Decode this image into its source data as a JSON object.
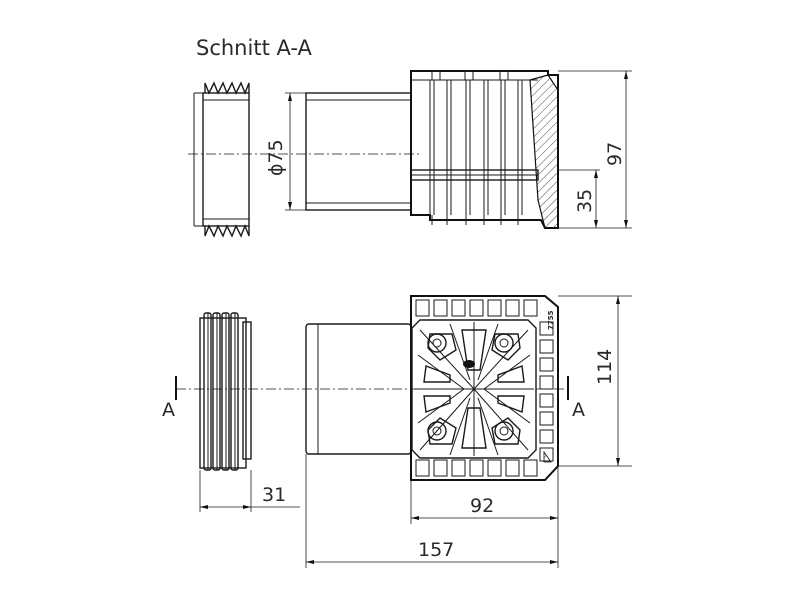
{
  "title": "Schnitt A-A",
  "section_marker": "A",
  "dimensions": {
    "diameter": "ϕ75",
    "height_total": "97",
    "height_lower": "35",
    "width_height": "114",
    "flange_width": "31",
    "body_width": "92",
    "overall_length": "157"
  },
  "part_mark": "7755"
}
